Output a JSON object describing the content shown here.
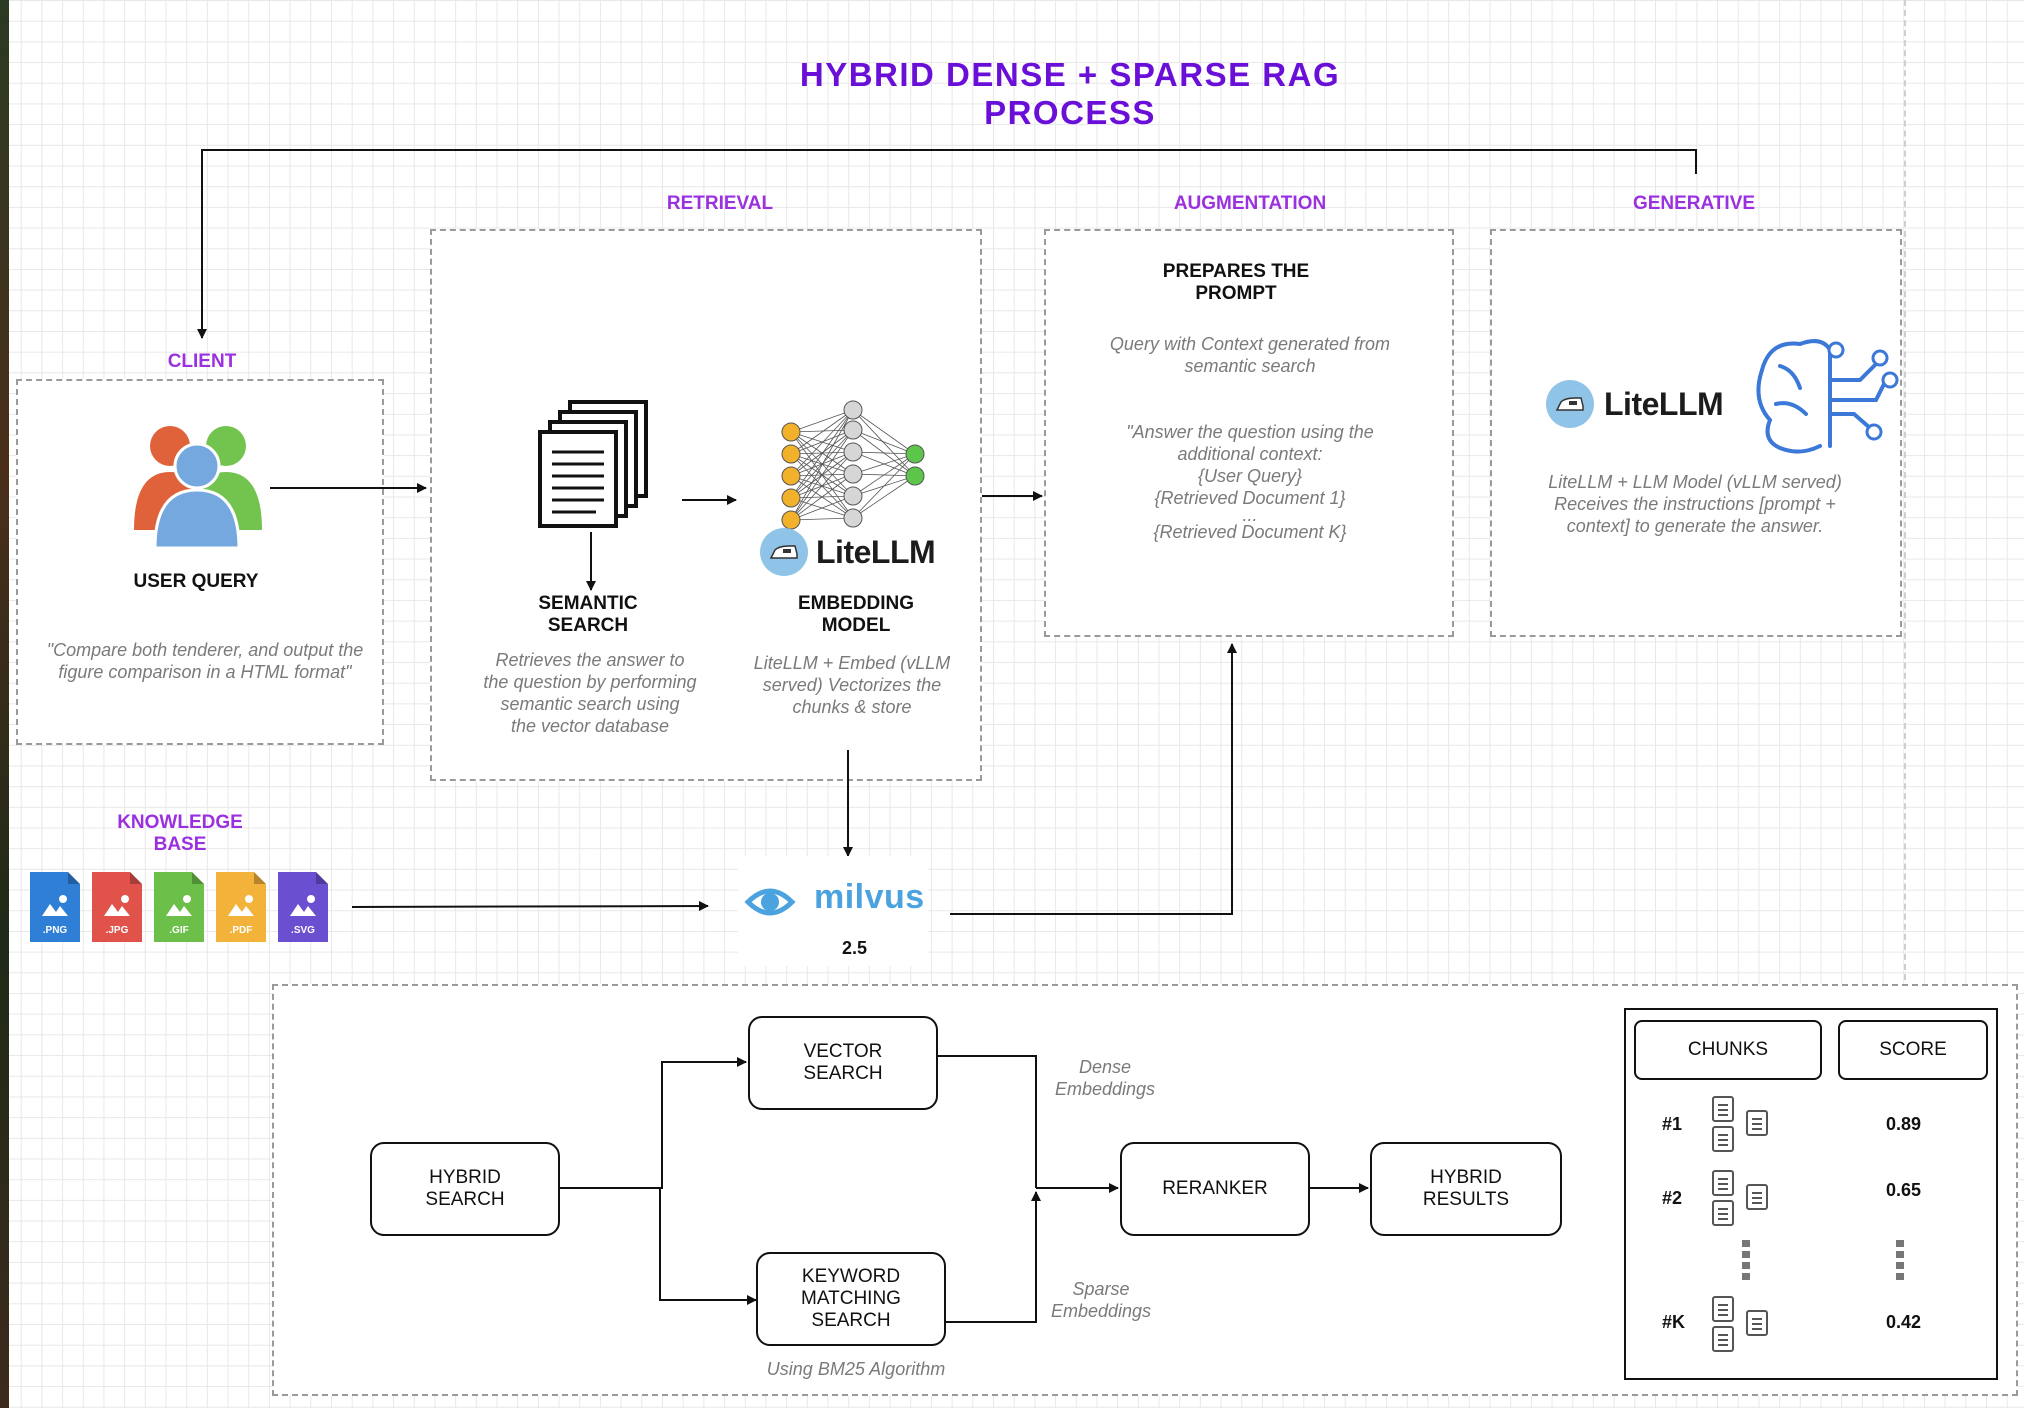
{
  "title_line1": "HYBRID DENSE + SPARSE RAG",
  "title_line2": "PROCESS",
  "sections": {
    "retrieval": "RETRIEVAL",
    "augmentation": "AUGMENTATION",
    "generative": "GENERATIVE",
    "client": "CLIENT",
    "knowledge_base_1": "KNOWLEDGE",
    "knowledge_base_2": "BASE"
  },
  "client": {
    "label": "USER QUERY",
    "desc_1": "\"Compare both tenderer, and output the",
    "desc_2": "figure comparison in a HTML format\""
  },
  "semantic": {
    "label_1": "SEMANTIC",
    "label_2": "SEARCH",
    "desc_1": "Retrieves the answer to",
    "desc_2": "the question by performing",
    "desc_3": "semantic search using",
    "desc_4": "the vector database"
  },
  "embedding": {
    "logo": "LiteLLM",
    "label_1": "EMBEDDING",
    "label_2": "MODEL",
    "desc_1": "LiteLLM + Embed (vLLM",
    "desc_2": "served) Vectorizes the",
    "desc_3": "chunks & store"
  },
  "augmentation": {
    "label_1": "PREPARES THE",
    "label_2": "PROMPT",
    "desc_1": "Query with Context generated from",
    "desc_2": "semantic search",
    "p_1": "\"Answer the question using the",
    "p_2": "additional context:",
    "p_3": "{User Query}",
    "p_4": "{Retrieved Document 1}",
    "p_5": "...",
    "p_6": "{Retrieved Document K}"
  },
  "generative": {
    "logo": "LiteLLM",
    "desc_1": "LiteLLM + LLM Model (vLLM served)",
    "desc_2": "Receives the instructions [prompt +",
    "desc_3": "context] to generate the answer."
  },
  "knowledge_files": [
    ".PNG",
    ".JPG",
    ".GIF",
    ".PDF",
    ".SVG"
  ],
  "milvus": {
    "name": "milvus",
    "version": "2.5"
  },
  "hybrid": {
    "hybrid_search_1": "HYBRID",
    "hybrid_search_2": "SEARCH",
    "vector_1": "VECTOR",
    "vector_2": "SEARCH",
    "keyword_1": "KEYWORD",
    "keyword_2": "MATCHING",
    "keyword_3": "SEARCH",
    "bm25": "Using BM25 Algorithm",
    "dense_1": "Dense",
    "dense_2": "Embeddings",
    "sparse_1": "Sparse",
    "sparse_2": "Embeddings",
    "reranker": "RERANKER",
    "results_1": "HYBRID",
    "results_2": "RESULTS"
  },
  "table": {
    "col_chunks": "CHUNKS",
    "col_score": "SCORE",
    "rows": [
      {
        "rank": "#1",
        "score": "0.89"
      },
      {
        "rank": "#2",
        "score": "0.65"
      },
      {
        "rank": "#K",
        "score": "0.42"
      }
    ]
  },
  "colors": {
    "title": "#6a0fd8",
    "section": "#9b30e0",
    "litellm_circle": "#8fc3e8",
    "milvus": "#4aa3df",
    "file_png": "#2f7fd6",
    "file_jpg": "#e0524a",
    "file_gif": "#6cc04a",
    "file_pdf": "#f3b23a",
    "file_svg": "#6a4fd0"
  }
}
